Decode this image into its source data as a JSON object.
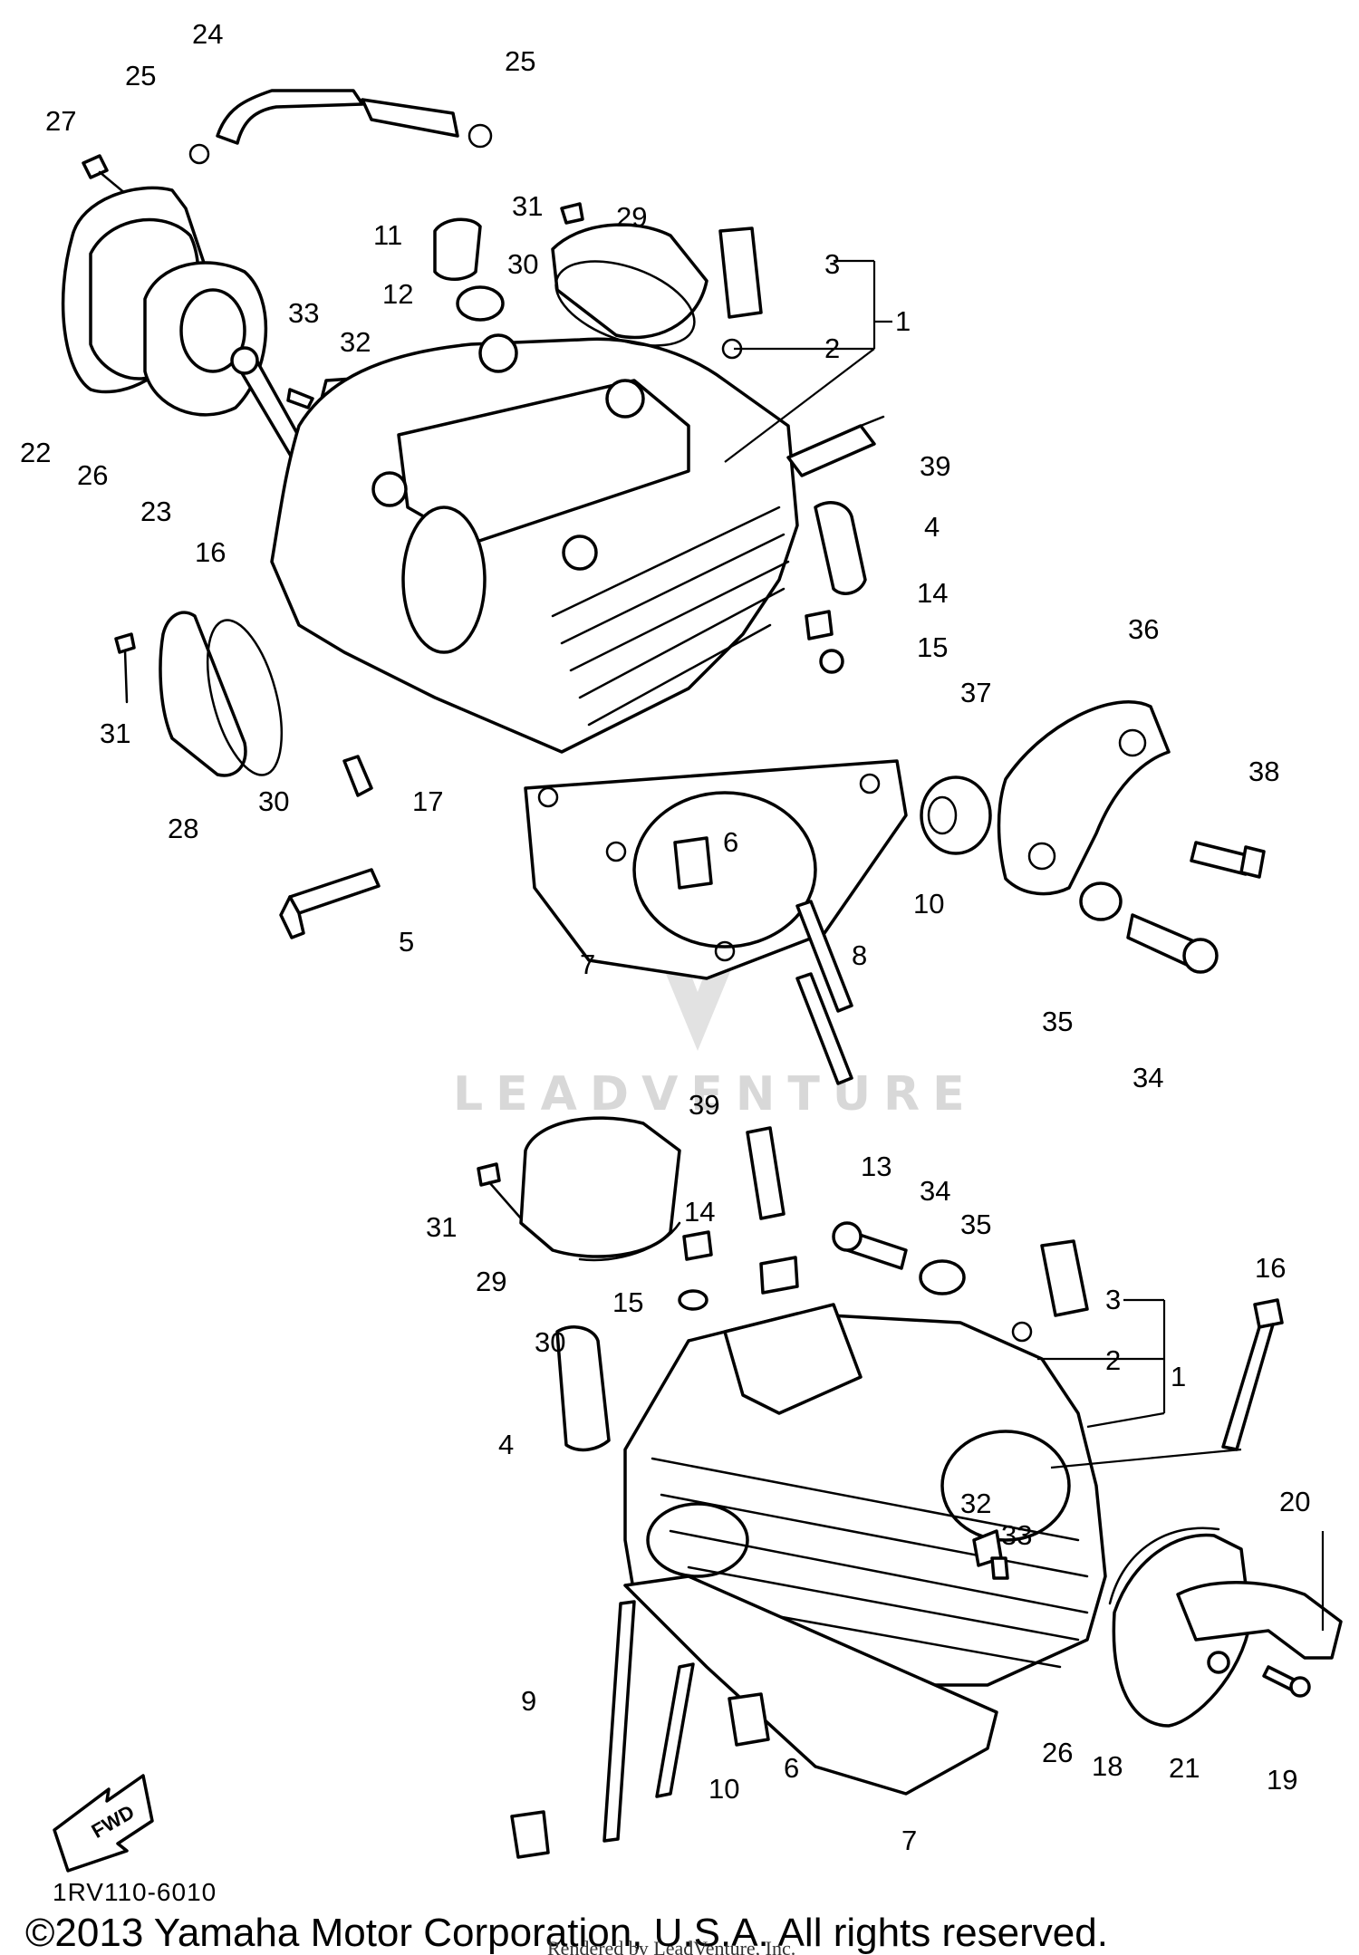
{
  "diagram_code": "1RV110-6010",
  "copyright": "©2013 Yamaha Motor Corporation, U.S.A. All rights reserved.",
  "rendered_by": "Rendered by LeadVenture, Inc.",
  "watermark": "LEADVENTURE",
  "fwd_label": "FWD",
  "upper_callouts": [
    "24",
    "25",
    "25",
    "27",
    "31",
    "29",
    "3",
    "30",
    "11",
    "12",
    "2",
    "1",
    "33",
    "32",
    "22",
    "26",
    "23",
    "16",
    "39",
    "4",
    "14",
    "15",
    "36",
    "37",
    "31",
    "17",
    "28",
    "30",
    "38",
    "6",
    "5",
    "10",
    "7",
    "8",
    "35",
    "34"
  ],
  "lower_callouts": [
    "39",
    "13",
    "34",
    "35",
    "3",
    "31",
    "14",
    "29",
    "15",
    "2",
    "1",
    "16",
    "30",
    "4",
    "20",
    "32",
    "33",
    "9",
    "6",
    "26",
    "10",
    "18",
    "21",
    "19",
    "7"
  ]
}
